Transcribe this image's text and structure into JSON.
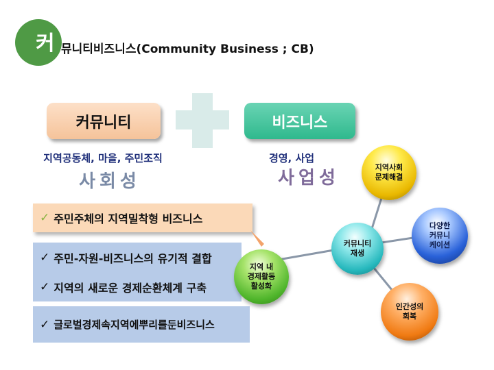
{
  "title": {
    "first_char": "커",
    "rest": "뮤니티비즈니스(Community Business ; CB)"
  },
  "community": {
    "label": "커뮤니티",
    "sub": "지역공동체, 마을, 주민조직",
    "big": "사회성"
  },
  "business": {
    "label": "비즈니스",
    "sub": "경영, 사업",
    "big": "사업성"
  },
  "bullets": [
    "주민주체의 지역밀착형 비즈니스",
    "주민-자원-비즈니스의 유기적 결합",
    "지역의 새로운 경제순환체계 구축",
    "글로벌경제속지역에뿌리를둔비즈니스"
  ],
  "spheres": {
    "local": [
      "지역 내",
      "경제활동",
      "활성화"
    ],
    "regen": [
      "커뮤니티",
      "재생"
    ],
    "social": [
      "지역사회",
      "문제해결"
    ],
    "diverse": [
      "다양한",
      "커뮤니",
      "케이션"
    ],
    "human": [
      "인간성의",
      "회복"
    ]
  },
  "colors": {
    "title_circle": "#4f9a45",
    "community_box": "#f5c39a",
    "business_box": "#2fb98d",
    "bullet_highlight": "#fbd9b8",
    "bullet_bar": "#b7cbe8"
  }
}
